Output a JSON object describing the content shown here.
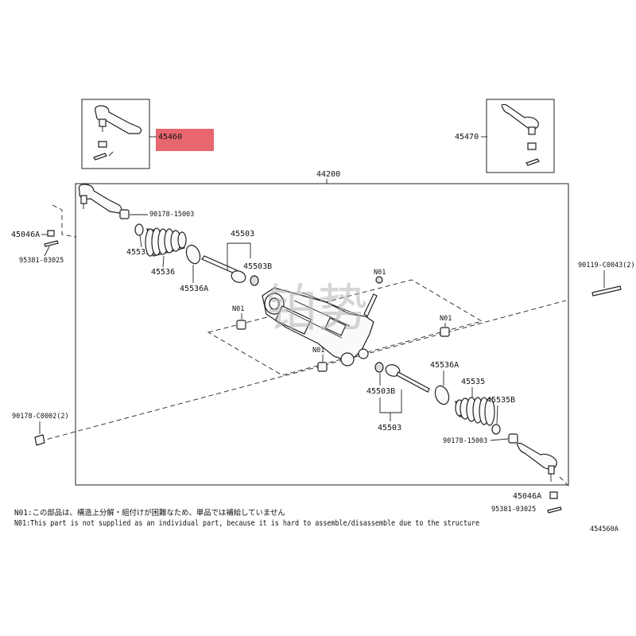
{
  "diagram": {
    "assembly_number": "44200",
    "highlight_color": "#e8676e",
    "parts": {
      "tie_rod_end_lh": "45460",
      "tie_rod_end_rh": "45470",
      "lock_nut_lh": "45046A",
      "lock_nut_rh": "45046A",
      "cotter_pin_lh": "95381-03025",
      "cotter_pin_rh": "95381-03025",
      "nut_lh": "90178-15003",
      "nut_rh": "90178-15003",
      "clip_lh": "45535B",
      "clip_rh": "45535B",
      "boot_lh": "45536",
      "boot_rh": "45535",
      "clamp_lh": "45536A",
      "clamp_rh": "45536A",
      "tie_rod_group_lh": "45503",
      "tie_rod_group_rh": "45503",
      "washer_lh": "45503B",
      "washer_rh": "45503B",
      "bolt_rh": "90119-C0043(2)",
      "nut_bottom": "90178-C0002(2)",
      "n01_a": "N01",
      "n01_b": "N01",
      "n01_c": "N01",
      "n01_d": "N01"
    },
    "notes": {
      "jp": "N01:この部品は、構造上分解・組付けが困難なため、単品では補給していません",
      "en": "N01:This part is not supplied as an individual part, because it is hard to assemble/disassemble due to the structure"
    },
    "diagram_code": "454560A",
    "watermark": "铂势"
  }
}
